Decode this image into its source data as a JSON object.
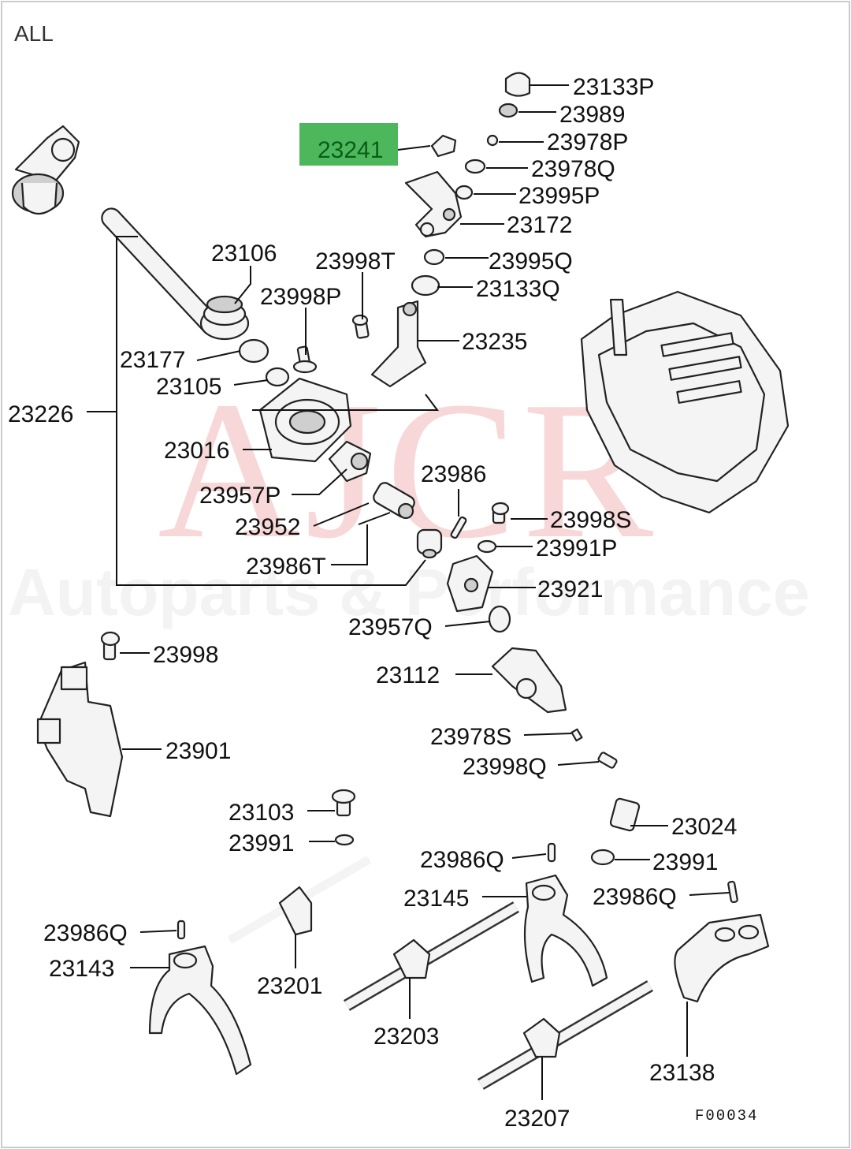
{
  "header": {
    "filter": "ALL"
  },
  "highlight": {
    "part": "23241",
    "color": "#4db85b"
  },
  "watermark": {
    "brand": "AJCR",
    "tagline": "Autoparts & Performance"
  },
  "figure_code": "F00034",
  "labels": {
    "p23133P": "23133P",
    "p23989": "23989",
    "p23241": "23241",
    "p23978P": "23978P",
    "p23978Q": "23978Q",
    "p23995P": "23995P",
    "p23172": "23172",
    "p23106": "23106",
    "p23998T": "23998T",
    "p23995Q": "23995Q",
    "p23998P": "23998P",
    "p23133Q": "23133Q",
    "p23235": "23235",
    "p23177": "23177",
    "p23105": "23105",
    "p23226": "23226",
    "p23016": "23016",
    "p23986": "23986",
    "p23957P": "23957P",
    "p23998S": "23998S",
    "p23952": "23952",
    "p23991P": "23991P",
    "p23986T": "23986T",
    "p23921": "23921",
    "p23957Q": "23957Q",
    "p23998": "23998",
    "p23112": "23112",
    "p23901": "23901",
    "p23978S": "23978S",
    "p23998Q": "23998Q",
    "p23103": "23103",
    "p23024": "23024",
    "p23991a": "23991",
    "p23991b": "23991",
    "p23986Qa": "23986Q",
    "p23986Qb": "23986Q",
    "p23986Qc": "23986Q",
    "p23145": "23145",
    "p23143": "23143",
    "p23201": "23201",
    "p23203": "23203",
    "p23138": "23138",
    "p23207": "23207"
  }
}
